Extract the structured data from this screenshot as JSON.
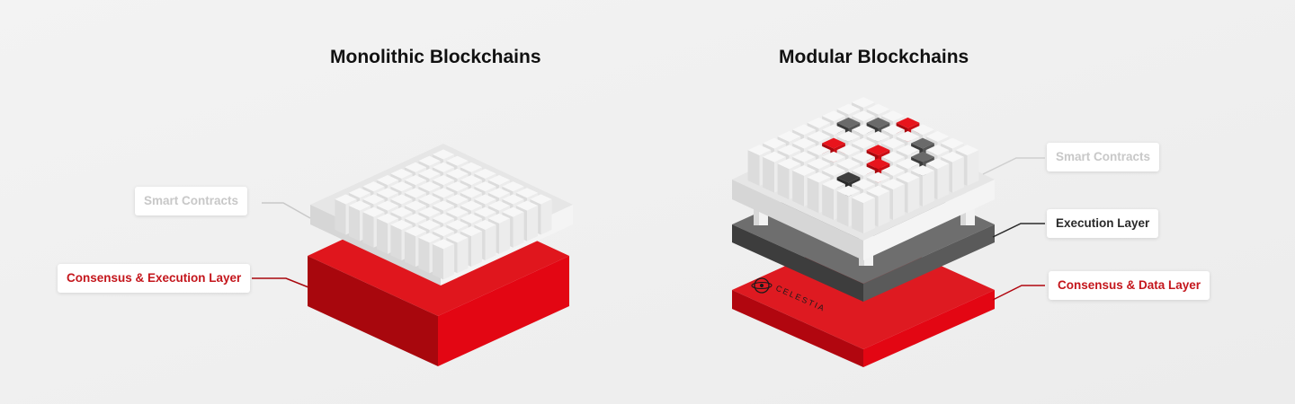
{
  "left": {
    "title": "Monolithic Blockchains",
    "labels": {
      "smart_contracts": "Smart Contracts",
      "consensus_execution": "Consensus & Execution Layer"
    }
  },
  "right": {
    "title": "Modular Blockchains",
    "labels": {
      "smart_contracts": "Smart Contracts",
      "execution": "Execution Layer",
      "consensus_data": "Consensus & Data Layer"
    },
    "brand": "CELESTIA"
  },
  "colors": {
    "background": "#f1f1f1",
    "red": "#e30613",
    "dark_red": "#b1060f",
    "gray_layer": "#5c5c5c",
    "white_block": "#ececec"
  }
}
